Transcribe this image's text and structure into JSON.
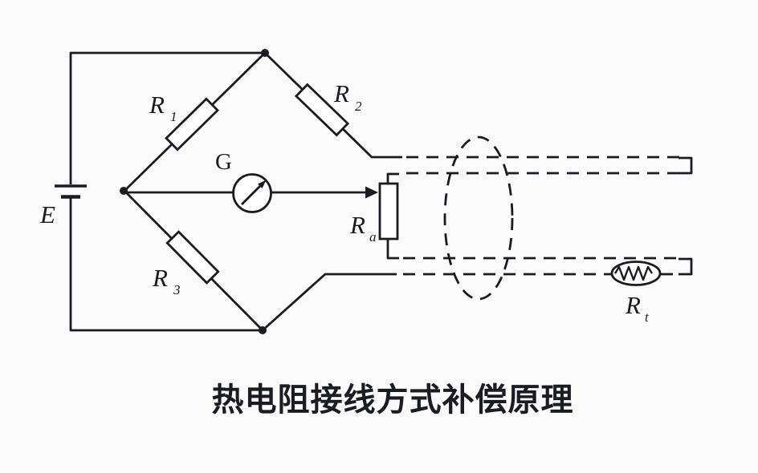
{
  "diagram": {
    "title": "热电阻接线方式补偿原理",
    "colors": {
      "background": "#fbfbfb",
      "line": "#1b1b22"
    },
    "components": {
      "battery": {
        "label": "E"
      },
      "galvanometer": {
        "label": "G"
      },
      "r1": {
        "label": "R",
        "sub": "1"
      },
      "r2": {
        "label": "R",
        "sub": "2"
      },
      "r3": {
        "label": "R",
        "sub": "3"
      },
      "ra": {
        "label": "R",
        "sub": "a"
      },
      "rt": {
        "label": "R",
        "sub": "t"
      }
    }
  }
}
